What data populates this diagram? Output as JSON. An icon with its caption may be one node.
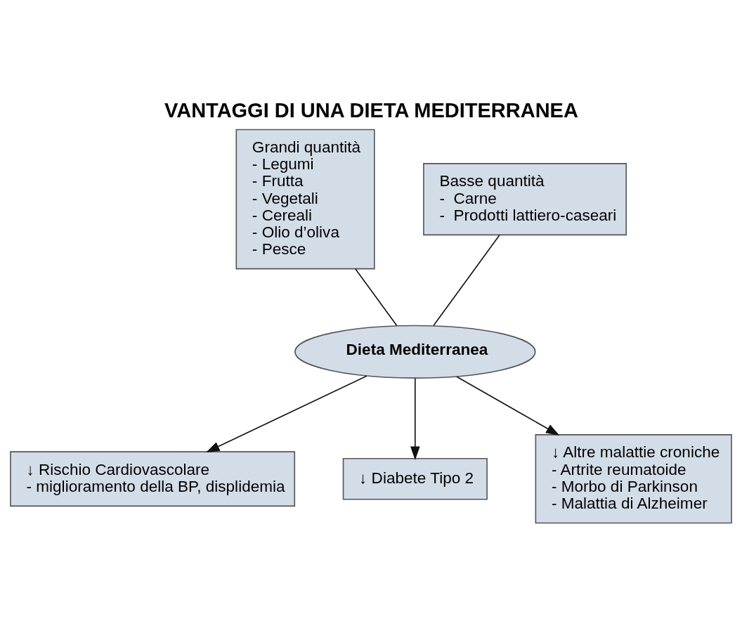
{
  "diagram": {
    "title": "VANTAGGI DI UNA DIETA MEDITERRANEA",
    "nodes": [
      {
        "text": [
          "Grandi quantità",
          "- Legumi",
          "- Frutta",
          "- Vegetali",
          "- Cereali",
          "- Olio d’oliva",
          "- Pesce"
        ]
      },
      {
        "text": [
          "Basse quantità",
          "-  Carne",
          "-  Prodotti lattiero-caseari"
        ]
      },
      {
        "text": [
          "Dieta Mediterranea"
        ]
      },
      {
        "text": [
          "↓ Rischio Cardiovascolare",
          "- miglioramento della BP, displidemia"
        ]
      },
      {
        "text": [
          "↓ Diabete Tipo 2"
        ]
      },
      {
        "text": [
          "↓ Altre malattie croniche",
          "- Artrite reumatoide",
          "- Morbo di Parkinson",
          "- Malattia di Alzheimer"
        ]
      }
    ],
    "edges": [
      {
        "from": 0,
        "to": 2,
        "arrow": "none"
      },
      {
        "from": 1,
        "to": 2,
        "arrow": "none"
      },
      {
        "from": 2,
        "to": 3,
        "arrow": "to"
      },
      {
        "from": 2,
        "to": 4,
        "arrow": "to"
      },
      {
        "from": 2,
        "to": 5,
        "arrow": "to"
      }
    ]
  }
}
